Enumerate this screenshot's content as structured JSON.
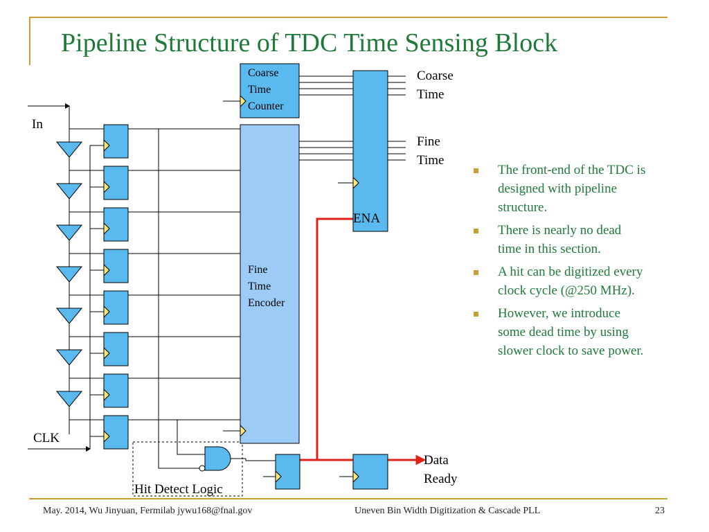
{
  "slide": {
    "title": "Pipeline Structure of TDC Time Sensing Block",
    "footer_left": "May. 2014, Wu Jinyuan, Fermilab jywu168@fnal.gov",
    "footer_center": "Uneven Bin Width Digitization & Cascade PLL",
    "page_number": "23"
  },
  "colors": {
    "accent_gold": "#c8a032",
    "title_green": "#1f7a3a",
    "block_fill": "#5ab9ee",
    "encoder_fill": "#9ccbf7",
    "signal_red": "#e0201c"
  },
  "diagram": {
    "labels": {
      "in": "In",
      "clk": "CLK",
      "coarse_counter": [
        "Coarse",
        "Time",
        "Counter"
      ],
      "fine_encoder": [
        "Fine",
        "Time",
        "Encoder"
      ],
      "ena": "ENA",
      "coarse_time_out": [
        "Coarse",
        "Time"
      ],
      "fine_time_out": [
        "Fine",
        "Time"
      ],
      "data_ready": [
        "Data",
        "Ready"
      ],
      "hit_detect": "Hit Detect Logic"
    }
  },
  "bullets": [
    "The front-end of the TDC is designed with pipeline structure.",
    "There is nearly no dead time in this section.",
    "A hit can be digitized every clock cycle (@250 MHz).",
    "However, we introduce some dead time by using slower clock to save power."
  ]
}
